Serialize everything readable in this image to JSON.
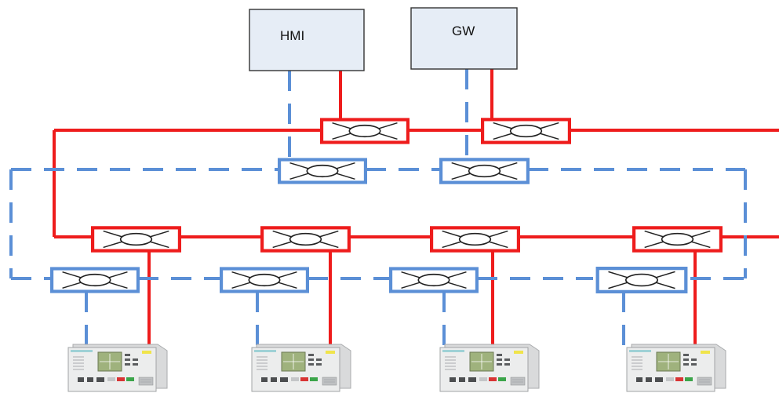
{
  "nodes": {
    "hmi": {
      "label": "HMI"
    },
    "gw": {
      "label": "GW"
    }
  },
  "colors": {
    "network_a": "#ee1c1c",
    "network_b": "#5b8fd6",
    "box_fill": "#e6edf6",
    "box_stroke": "#333333"
  },
  "icons": {
    "switch": "network-switch-icon",
    "ied": "protection-relay-device-icon"
  },
  "networks": [
    {
      "name": "network-a",
      "style": "solid",
      "color": "#ee1c1c"
    },
    {
      "name": "network-b",
      "style": "dashed",
      "color": "#5b8fd6"
    }
  ],
  "counts": {
    "switches_red": 6,
    "switches_blue": 6,
    "ied_devices": 4
  }
}
